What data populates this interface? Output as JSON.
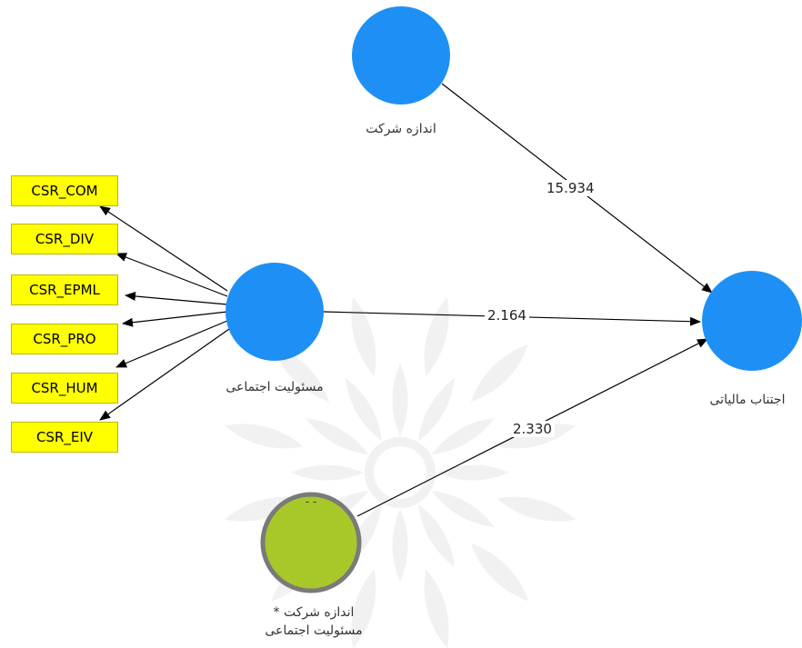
{
  "colors": {
    "construct": "#1e90f5",
    "moderator_fill": "#a8c82a",
    "moderator_border": "#7a7a7a",
    "indicator": "#ffff00",
    "arrow": "#000000",
    "watermark": "#e6e6e6"
  },
  "nodes": {
    "firm_size": {
      "label": "اندازه شرکت"
    },
    "csr": {
      "label": "مسئولیت اجتماعی"
    },
    "tax_avoidance": {
      "label": "اجتناب مالیاتی"
    },
    "moderator": {
      "line1": "اندازه شرکت *",
      "line2": "مسئولیت اجتماعی",
      "dots": "- -"
    }
  },
  "indicators": [
    "CSR_COM",
    "CSR_DIV",
    "CSR_EPML",
    "CSR_PRO",
    "CSR_HUM",
    "CSR_EIV"
  ],
  "paths": {
    "firm_size_to_tax": "15.934",
    "csr_to_tax": "2.164",
    "moderator_to_tax": "2.330"
  }
}
